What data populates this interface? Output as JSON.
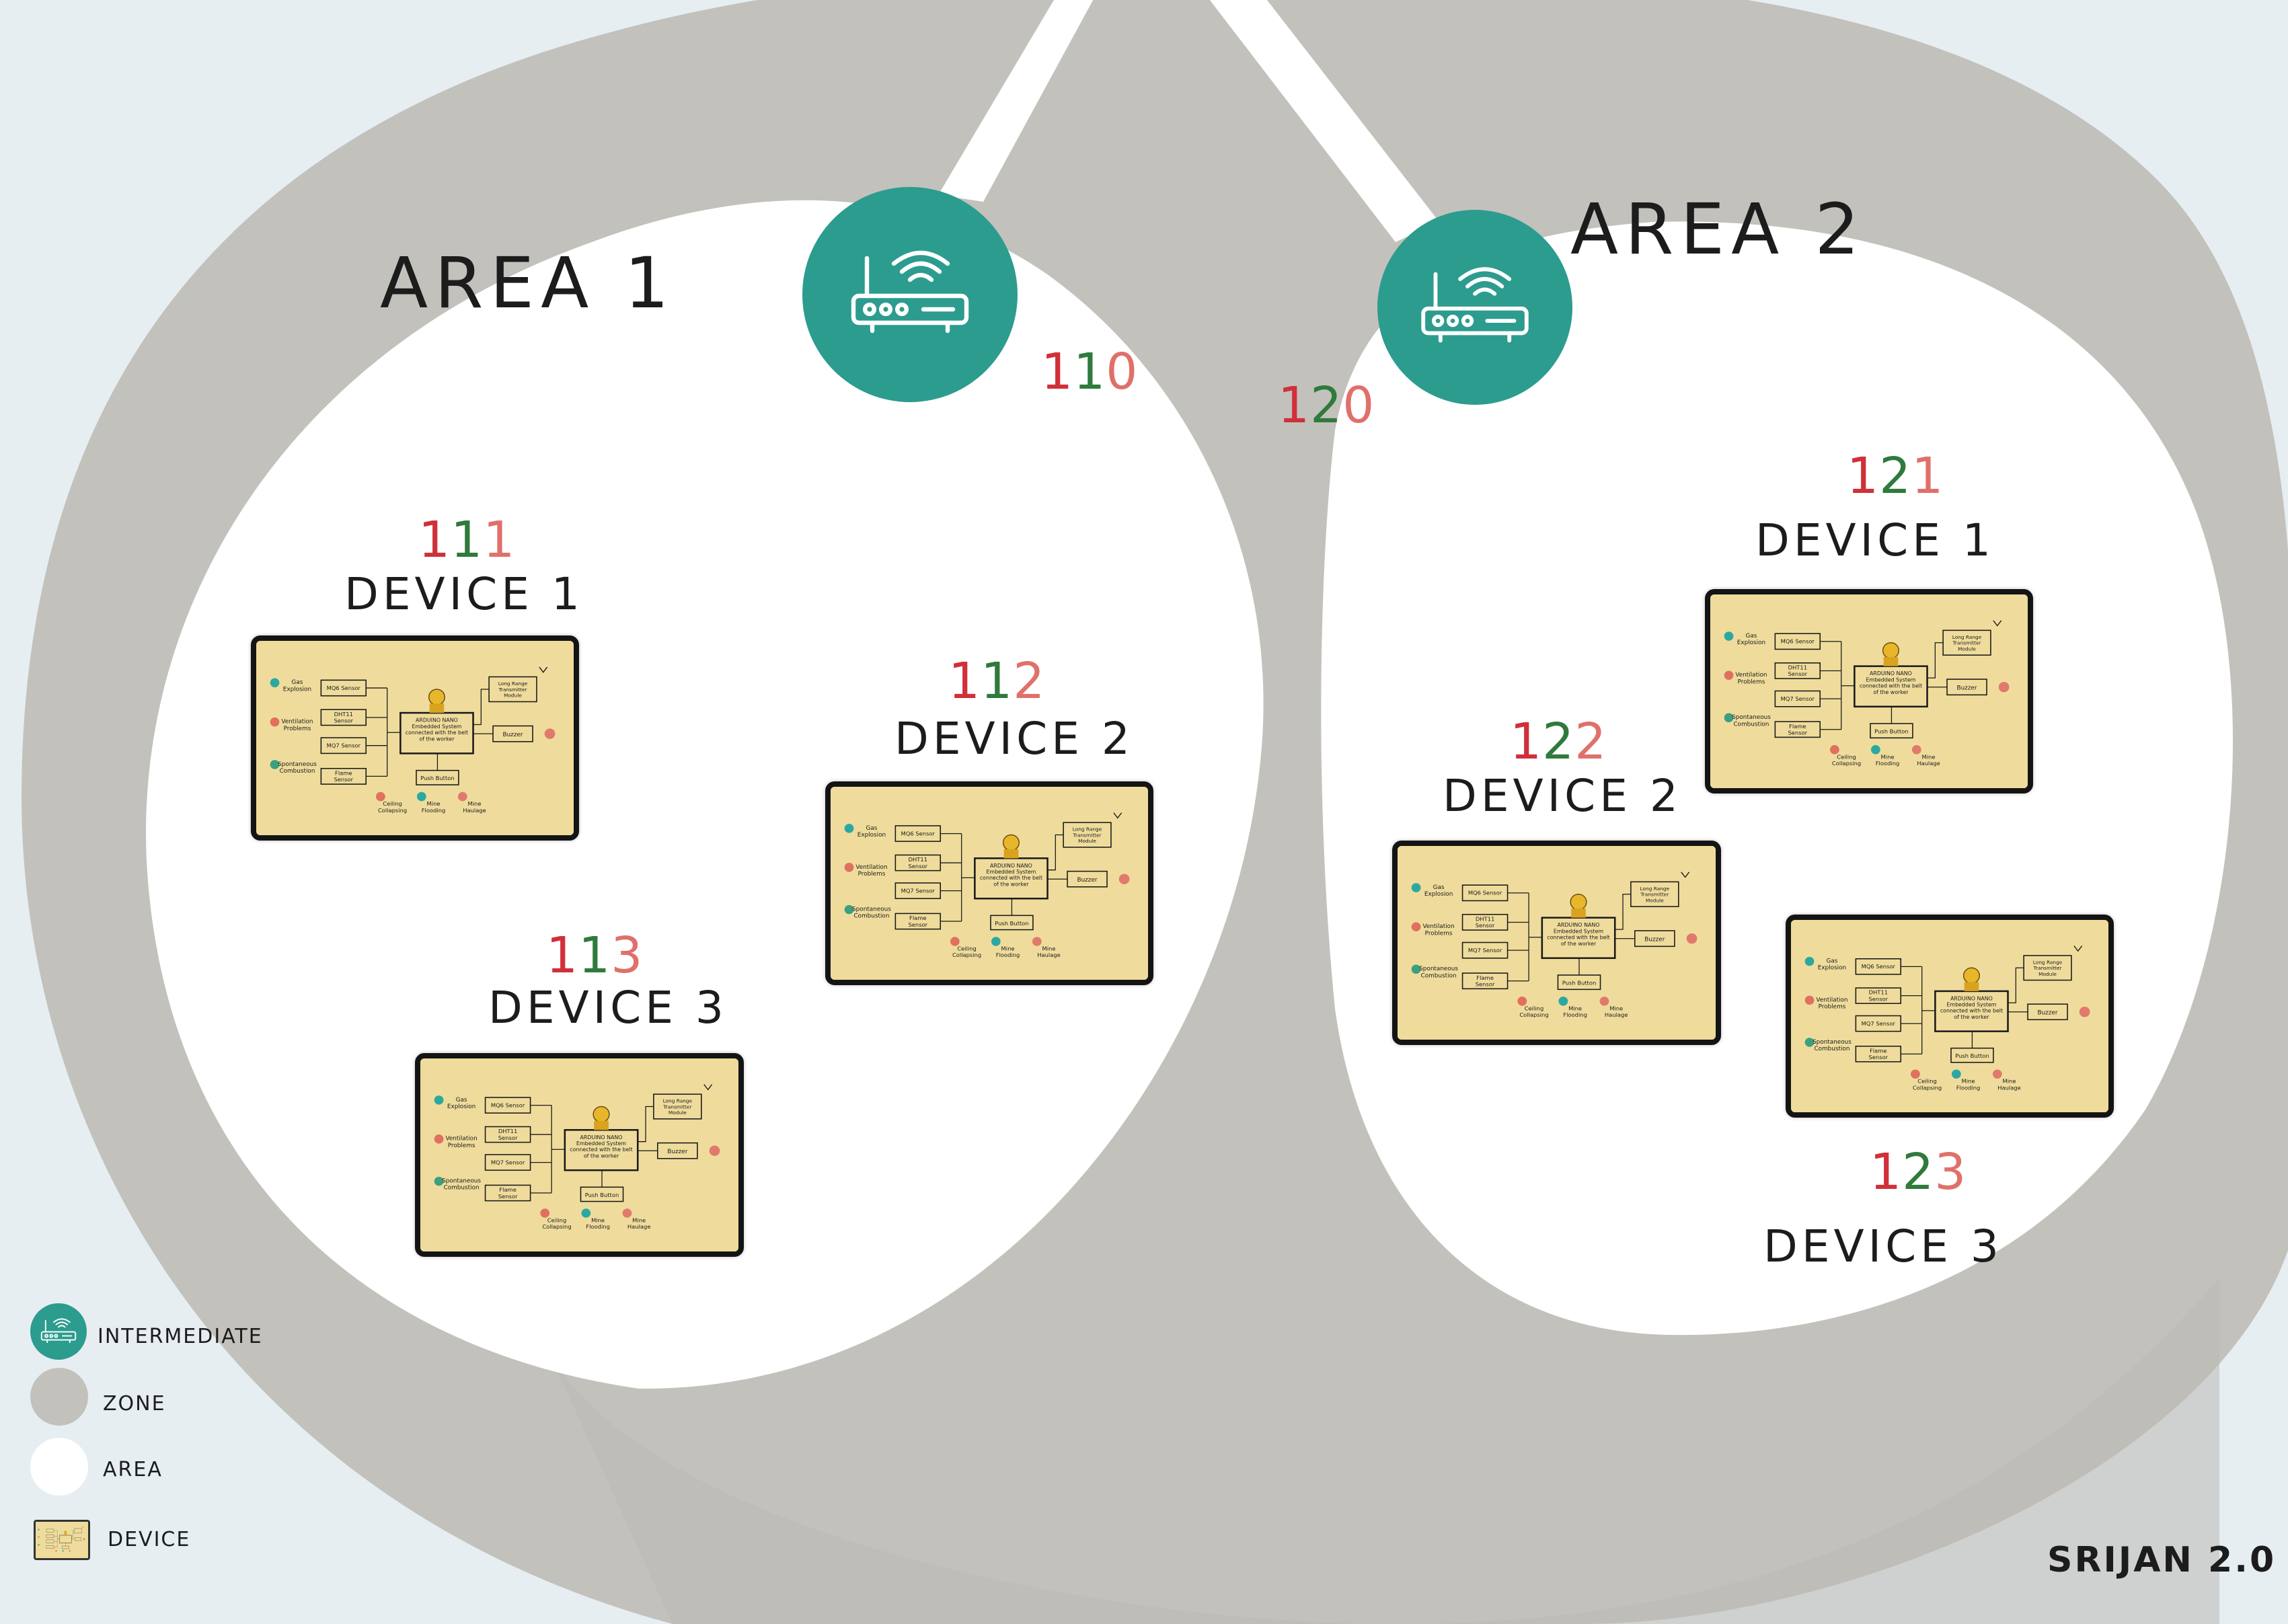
{
  "colors": {
    "background": "#e6eef2",
    "zone": "#c3c1bc",
    "area": "#ffffff",
    "intermediate": "#2c9c8f",
    "device_panel": "#efdc9c",
    "code_red": "#d0303a",
    "code_green": "#2f7a3c",
    "code_salmon": "#e0706a"
  },
  "areas": [
    {
      "title": "AREA 1",
      "intermediate": {
        "icon": "router-icon",
        "code": [
          "1",
          "1",
          "0"
        ]
      },
      "devices": [
        {
          "title": "DEVICE 1",
          "code": [
            "1",
            "1",
            "1"
          ]
        },
        {
          "title": "DEVICE 2",
          "code": [
            "1",
            "1",
            "2"
          ]
        },
        {
          "title": "DEVICE 3",
          "code": [
            "1",
            "1",
            "3"
          ]
        }
      ]
    },
    {
      "title": "AREA 2",
      "intermediate": {
        "icon": "router-icon",
        "code": [
          "1",
          "2",
          "0"
        ]
      },
      "devices": [
        {
          "title": "DEVICE 1",
          "code": [
            "1",
            "2",
            "1"
          ]
        },
        {
          "title": "DEVICE 2",
          "code": [
            "1",
            "2",
            "2"
          ]
        },
        {
          "title": "DEVICE  3",
          "code": [
            "1",
            "2",
            "3"
          ]
        }
      ]
    }
  ],
  "device_schematic": {
    "hazards": [
      "Gas\nExplosion",
      "Ventilation\nProblems",
      "Spontaneous\nCombustion"
    ],
    "sensors": [
      "MQ6 Sensor",
      "DHT11\nSensor",
      "MQ7 Sensor",
      "Flame\nSensor"
    ],
    "controller": "ARDUINO NANO\nEmbedded System\nconnected with the belt\nof the worker",
    "transmitter": "Long Range\nTransmitter\nModule",
    "buzzer": "Buzzer",
    "push_button": "Push Button",
    "bottom_hazards": [
      "Ceiling\nCollapsing",
      "Mine\nFlooding",
      "Mine\nHaulage"
    ]
  },
  "legend": [
    {
      "label": "INTERMEDIATE",
      "icon": "router-icon"
    },
    {
      "label": "ZONE"
    },
    {
      "label": "AREA"
    },
    {
      "label": "DEVICE",
      "icon": "device-thumbnail-icon"
    }
  ],
  "brand": "SRIJAN 2.0"
}
